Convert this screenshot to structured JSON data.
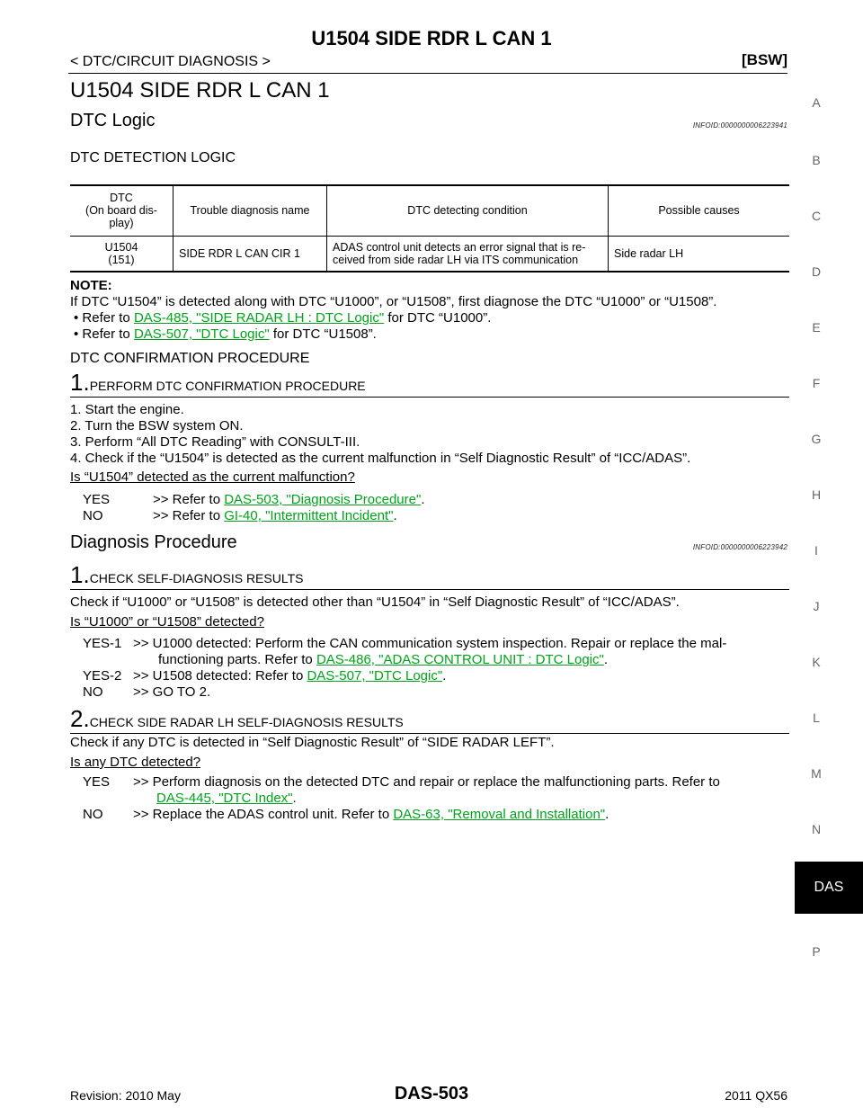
{
  "header": {
    "title": "U1504 SIDE RDR L CAN 1",
    "breadcrumb": "< DTC/CIRCUIT DIAGNOSIS >",
    "section_tag": "[BSW]"
  },
  "side_index": [
    "A",
    "B",
    "C",
    "D",
    "E",
    "F",
    "G",
    "H",
    "I",
    "J",
    "K",
    "L",
    "M",
    "N",
    "P"
  ],
  "active_tab": "DAS",
  "page_title": "U1504 SIDE RDR L CAN 1",
  "dtc_logic": {
    "heading": "DTC Logic",
    "infoid": "INFOID:0000000006223941",
    "sub_heading": "DTC DETECTION LOGIC",
    "table": {
      "headers": [
        "DTC\n(On board dis-\nplay)",
        "Trouble diagnosis name",
        "DTC detecting condition",
        "Possible causes"
      ],
      "rows": [
        [
          "U1504\n(151)",
          "SIDE RDR L CAN CIR 1",
          "ADAS control unit detects an error signal that is re-\nceived from side radar LH via ITS communication",
          "Side radar LH"
        ]
      ]
    },
    "note_label": "NOTE:",
    "note_text": "If DTC “U1504” is detected along with DTC “U1000”, or “U1508”, first diagnose the DTC “U1000” or “U1508”.",
    "refs": [
      {
        "prefix": "• Refer to ",
        "link": "DAS-485, \"SIDE RADAR LH : DTC Logic\"",
        "suffix": " for DTC “U1000”."
      },
      {
        "prefix": "• Refer to ",
        "link": "DAS-507, \"DTC Logic\"",
        "suffix": " for DTC “U1508”."
      }
    ]
  },
  "confirmation": {
    "heading": "DTC CONFIRMATION PROCEDURE",
    "step_num": "1.",
    "step_title": "PERFORM DTC CONFIRMATION PROCEDURE",
    "items": [
      "1. Start the engine.",
      "2. Turn the BSW system ON.",
      "3. Perform “All DTC Reading” with CONSULT-III.",
      "4. Check if the “U1504” is detected as the current malfunction in “Self Diagnostic Result” of “ICC/ADAS”."
    ],
    "question": "Is “U1504” detected as the current malfunction?",
    "results": [
      {
        "key": "YES",
        "text": ">> Refer to ",
        "link": "DAS-503, \"Diagnosis Procedure\"",
        "suffix": "."
      },
      {
        "key": "NO",
        "text": ">> Refer to ",
        "link": "GI-40, \"Intermittent Incident\"",
        "suffix": "."
      }
    ]
  },
  "diagnosis": {
    "heading": "Diagnosis Procedure",
    "infoid": "INFOID:0000000006223942",
    "step1": {
      "num": "1.",
      "title": "CHECK SELF-DIAGNOSIS RESULTS",
      "text": "Check if “U1000” or “U1508” is detected other than “U1504” in “Self Diagnostic Result” of “ICC/ADAS”.",
      "question": "Is “U1000” or “U1508” detected?",
      "results": [
        {
          "key": "YES-1",
          "text": ">> U1000 detected: Perform the CAN communication system inspection. Repair or replace the mal-",
          "text2": "functioning parts. Refer to ",
          "link": "DAS-486, \"ADAS CONTROL UNIT : DTC Logic\"",
          "suffix": "."
        },
        {
          "key": "YES-2",
          "text": ">> U1508 detected: Refer to ",
          "link": "DAS-507, \"DTC Logic\"",
          "suffix": "."
        },
        {
          "key": "NO",
          "text": ">> GO TO 2."
        }
      ]
    },
    "step2": {
      "num": "2.",
      "title": "CHECK SIDE RADAR LH SELF-DIAGNOSIS RESULTS",
      "text": "Check if any DTC is detected in “Self Diagnostic Result” of “SIDE RADAR LEFT”.",
      "question": "Is any DTC detected?",
      "results": [
        {
          "key": "YES",
          "text": ">> Perform diagnosis on the detected DTC and repair or replace the malfunctioning parts. Refer to",
          "link": "DAS-445, \"DTC Index\"",
          "suffix": "."
        },
        {
          "key": "NO",
          "text": ">> Replace the ADAS control unit. Refer to ",
          "link": "DAS-63, \"Removal and Installation\"",
          "suffix": "."
        }
      ]
    }
  },
  "footer": {
    "revision": "Revision: 2010 May",
    "page": "DAS-503",
    "model": "2011 QX56"
  }
}
